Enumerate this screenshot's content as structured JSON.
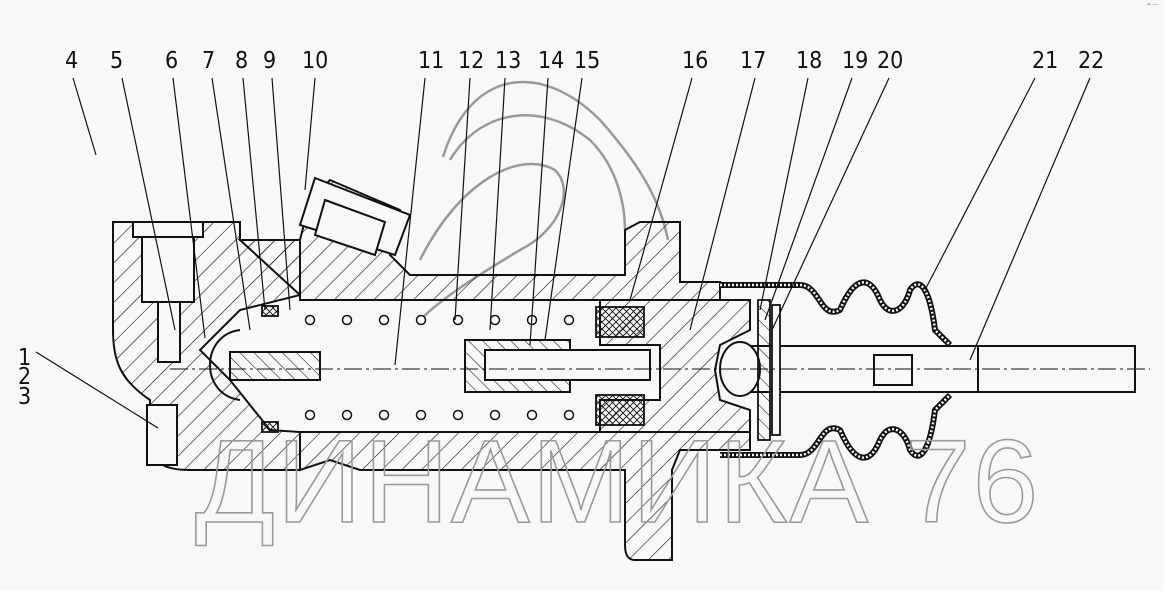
{
  "drawing": {
    "subject": "Clutch master cylinder cross-section",
    "callouts": [
      {
        "id": "1",
        "label": "1"
      },
      {
        "id": "2",
        "label": "2"
      },
      {
        "id": "3",
        "label": "3"
      },
      {
        "id": "4",
        "label": "4"
      },
      {
        "id": "5",
        "label": "5"
      },
      {
        "id": "6",
        "label": "6"
      },
      {
        "id": "7",
        "label": "7"
      },
      {
        "id": "8",
        "label": "8"
      },
      {
        "id": "9",
        "label": "9"
      },
      {
        "id": "10",
        "label": "10"
      },
      {
        "id": "11",
        "label": "11"
      },
      {
        "id": "12",
        "label": "12"
      },
      {
        "id": "13",
        "label": "13"
      },
      {
        "id": "14",
        "label": "14"
      },
      {
        "id": "15",
        "label": "15"
      },
      {
        "id": "16",
        "label": "16"
      },
      {
        "id": "17",
        "label": "17"
      },
      {
        "id": "18",
        "label": "18"
      },
      {
        "id": "19",
        "label": "19"
      },
      {
        "id": "20",
        "label": "20"
      },
      {
        "id": "21",
        "label": "21"
      },
      {
        "id": "22",
        "label": "22"
      }
    ],
    "watermark": "ДИНАМИКА 76",
    "corner_mark": "·ᵒ ···",
    "colors": {
      "background": "#f7f9f7",
      "line": "#111111",
      "watermark": "#9a9a9a"
    }
  }
}
